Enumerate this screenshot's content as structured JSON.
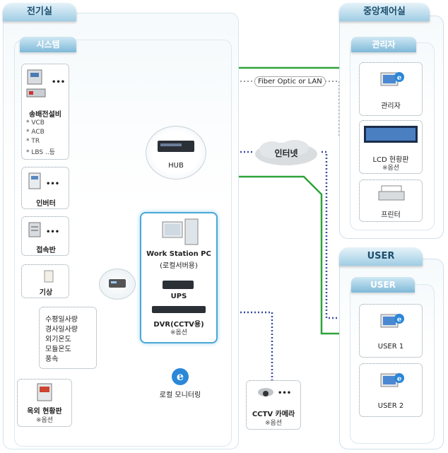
{
  "panels": {
    "electric_room": "전기실",
    "system": "시스템",
    "control_room": "중앙제어실",
    "admin": "관리자",
    "user_outer": "USER",
    "user_inner": "USER"
  },
  "devices": {
    "switchgear": "송배전설비",
    "switchgear_items": [
      "* VCB",
      "* ACB",
      "* TR",
      "* LBS ..등"
    ],
    "inverter": "인버터",
    "junction": "접속반",
    "weather": "기상",
    "weather_items": [
      "수평일사량",
      "경사일사량",
      "외기온도",
      "모듈온도",
      "풍속"
    ],
    "outdoor_board": "옥외 현황판",
    "outdoor_board_opt": "※옵션",
    "hub": "HUB",
    "workstation": "Work Station PC",
    "workstation_sub": "(로컬서버용)",
    "ups": "UPS",
    "dvr": "DVR(CCTV용)",
    "dvr_opt": "※옵션",
    "local_monitoring": "로컬 모니터링",
    "cctv": "CCTV 카메라",
    "cctv_opt": "※옵션",
    "internet": "인터넷",
    "link_label": "Fiber Optic or LAN",
    "admin_pc": "관리자",
    "lcd": "LCD 현황판",
    "lcd_opt": "※옵션",
    "printer": "프린터",
    "user1": "USER 1",
    "user2": "USER 2",
    "dots": "•••"
  },
  "colors": {
    "green": "#2ea33a",
    "orange": "#f07a1a",
    "purple": "#9b6fe0",
    "dotted": "#3a4aa0",
    "frame": "#4aa8d8"
  }
}
